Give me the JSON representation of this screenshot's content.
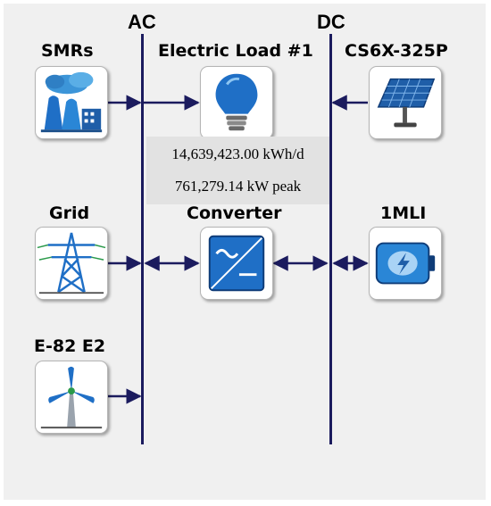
{
  "buses": {
    "ac_label": "AC",
    "dc_label": "DC"
  },
  "components": {
    "smrs": {
      "label": "SMRs",
      "icon": "nuclear-plant-icon"
    },
    "electric_load": {
      "label": "Electric Load #1",
      "icon": "light-bulb-icon"
    },
    "pv": {
      "label": "CS6X-325P",
      "icon": "solar-panel-icon"
    },
    "grid": {
      "label": "Grid",
      "icon": "transmission-tower-icon"
    },
    "converter": {
      "label": "Converter",
      "icon": "converter-icon"
    },
    "battery": {
      "label": "1MLI",
      "icon": "battery-icon"
    },
    "wind": {
      "label": "E-82 E2",
      "icon": "wind-turbine-icon"
    }
  },
  "load_stats": {
    "energy": "14,639,423.00 kWh/d",
    "peak": "761,279.14 kW peak"
  },
  "colors": {
    "bus": "#1b1b5e",
    "tile_blue": "#1f6fc6",
    "background": "#f0f0f0"
  }
}
